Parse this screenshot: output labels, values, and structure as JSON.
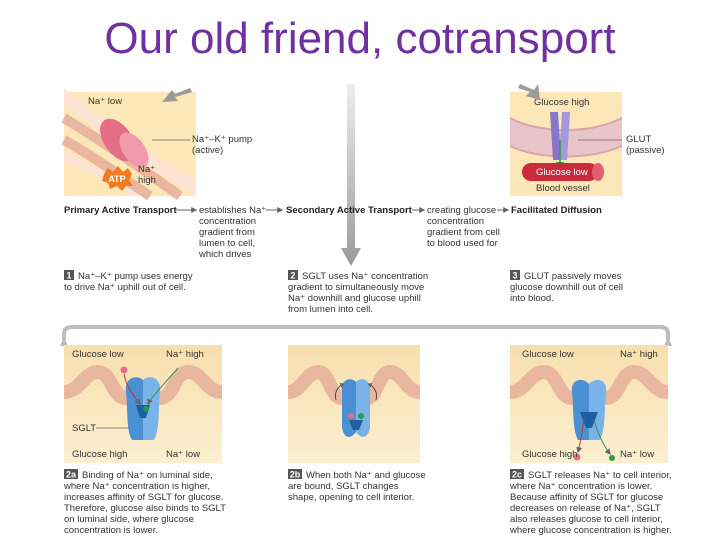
{
  "title": "Our old friend, cotransport",
  "top_left": {
    "na_low": "Na⁺ low",
    "pump_label_1": "Na⁺–K⁺ pump",
    "pump_label_2": "(active)",
    "atp": "ATP",
    "na_high_1": "Na⁺",
    "na_high_2": "high"
  },
  "top_right": {
    "glucose_high": "Glucose high",
    "glucose_low": "Glucose low",
    "blood_vessel": "Blood vessel",
    "glut_1": "GLUT",
    "glut_2": "(passive)"
  },
  "flow": {
    "primary": "Primary Active Transport",
    "establishes": [
      "establishes Na⁺",
      "concentration",
      "gradient from",
      "lumen to cell,",
      "which drives"
    ],
    "secondary": "Secondary Active Transport",
    "creating": [
      "creating glucose",
      "concentration",
      "gradient from cell",
      "to blood used for"
    ],
    "facilitated": "Facilitated Diffusion"
  },
  "steps": {
    "s1": {
      "num": "1",
      "lines": [
        "Na⁺–K⁺ pump uses energy",
        "to drive Na⁺ uphill out of cell."
      ]
    },
    "s2": {
      "num": "2",
      "lines": [
        "SGLT uses Na⁺ concentration",
        "gradient to simultaneously move",
        "Na⁺ downhill and glucose uphill",
        "from lumen into cell."
      ]
    },
    "s3": {
      "num": "3",
      "lines": [
        "GLUT passively moves",
        "glucose downhill out of cell",
        "into blood."
      ]
    }
  },
  "bottom": {
    "p1": {
      "glucose_low": "Glucose low",
      "na_high": "Na⁺ high",
      "sglt": "SGLT",
      "glucose_high": "Glucose high",
      "na_low": "Na⁺ low"
    },
    "p3": {
      "glucose_low": "Glucose low",
      "na_high": "Na⁺ high",
      "glucose_high": "Glucose high",
      "na_low": "Na⁺ low"
    }
  },
  "captions": {
    "c2a": {
      "num": "2a",
      "lines": [
        "Binding of Na⁺ on luminal side,",
        "where Na⁺ concentration is higher,",
        "increases affinity of SGLT for glucose.",
        "Therefore, glucose also binds to SGLT",
        "on luminal side, where glucose",
        "concentration is lower."
      ]
    },
    "c2b": {
      "num": "2b",
      "lines": [
        "When both Na⁺ and glucose",
        "are bound, SGLT changes",
        "shape, opening to cell interior."
      ]
    },
    "c2c": {
      "num": "2c",
      "lines": [
        "SGLT releases Na⁺ to cell interior,",
        "where Na⁺ concentration is lower.",
        "Because affinity of SGLT for glucose",
        "decreases on release of Na⁺, SGLT",
        "also releases glucose to cell interior,",
        "where glucose concentration is higher."
      ]
    }
  }
}
